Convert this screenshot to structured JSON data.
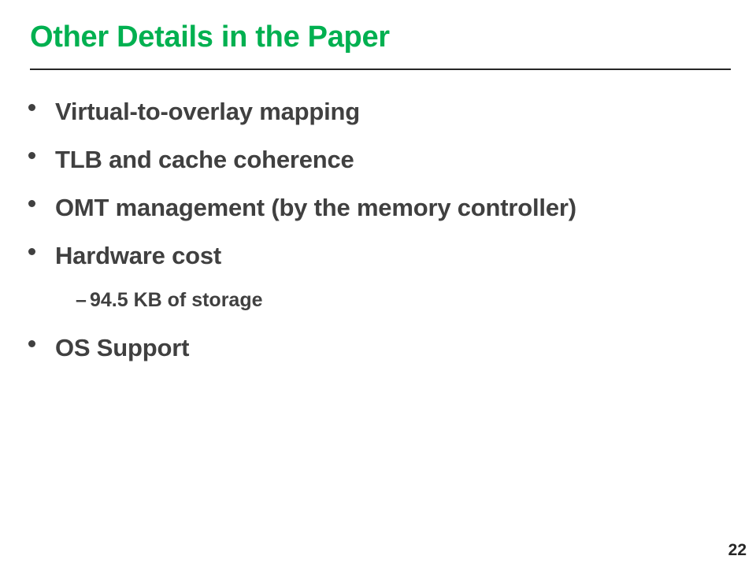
{
  "slide": {
    "title": "Other Details in the Paper",
    "page_number": "22",
    "accent_color": "#00b050",
    "bullets": [
      {
        "text": "Virtual-to-overlay mapping"
      },
      {
        "text": "TLB and cache coherence"
      },
      {
        "text": "OMT management (by the memory controller)"
      },
      {
        "text": "Hardware cost",
        "sub": {
          "marker": "–",
          "text": "94.5 KB of storage"
        }
      },
      {
        "text": "OS Support"
      }
    ]
  }
}
